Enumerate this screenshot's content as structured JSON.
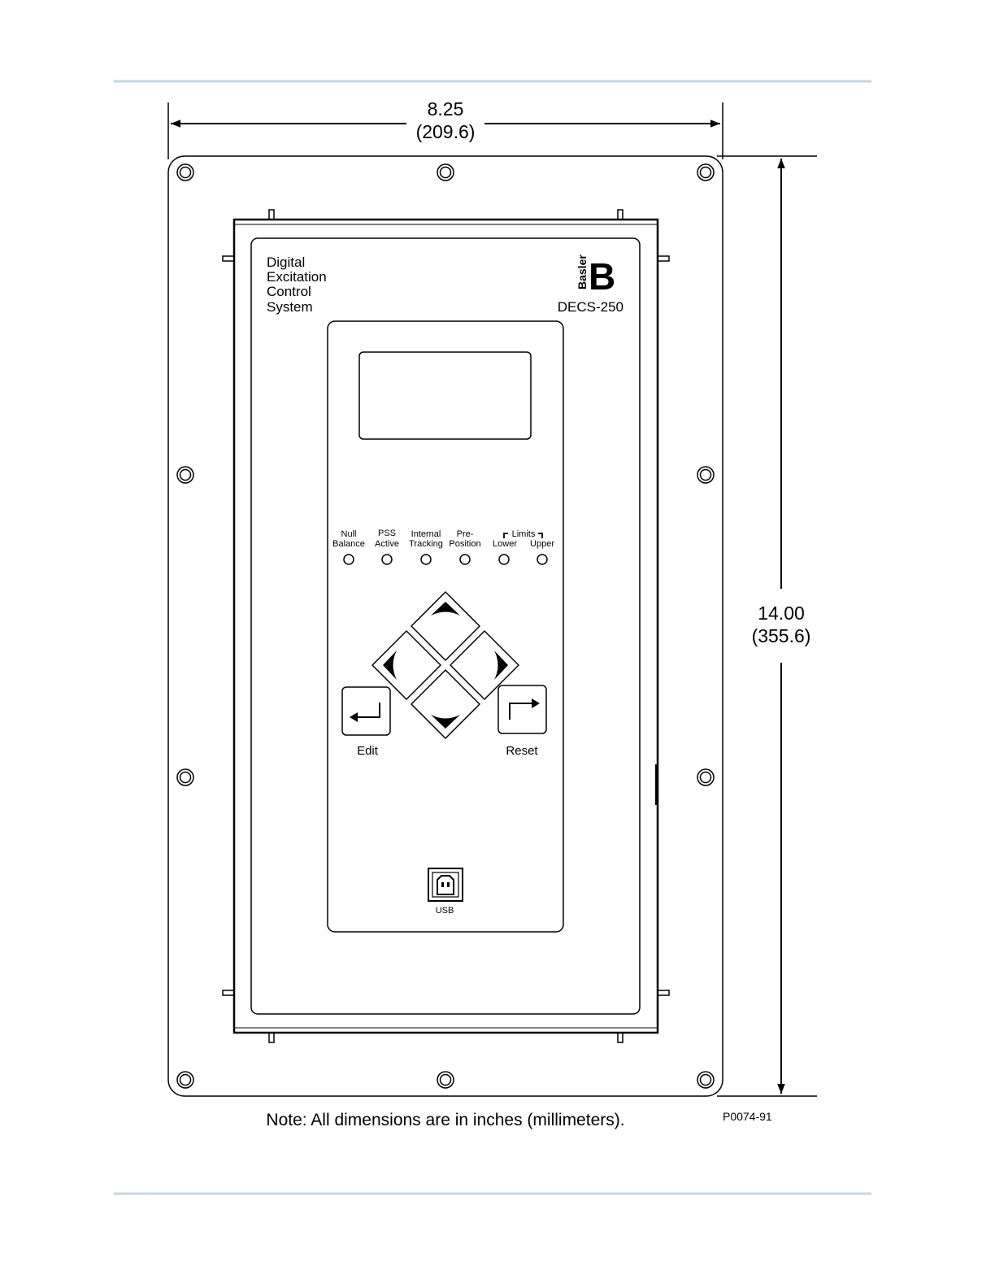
{
  "dimensions": {
    "width": {
      "inches": "8.25",
      "millimeters": "(209.6)"
    },
    "height": {
      "inches": "14.00",
      "millimeters": "(355.6)"
    }
  },
  "panel": {
    "title_lines": [
      "Digital",
      "Excitation",
      "Control",
      "System"
    ],
    "logo_text": "Basler",
    "logo_letter": "B",
    "model": "DECS-250"
  },
  "indicators": [
    {
      "line1": "Null",
      "line2": "Balance"
    },
    {
      "line1": "PSS",
      "line2": "Active"
    },
    {
      "line1": "Internal",
      "line2": "Tracking"
    },
    {
      "line1": "Pre-",
      "line2": "Position"
    },
    {
      "line1": "",
      "line2": "Lower"
    },
    {
      "line1": "",
      "line2": "Upper"
    }
  ],
  "limits_label": "Limits",
  "buttons": {
    "edit": "Edit",
    "reset": "Reset"
  },
  "usb_label": "USB",
  "note": "Note: All dimensions are in inches (millimeters).",
  "figure_id": "P0074-91",
  "colors": {
    "rule": "#c9d6df",
    "ink": "#000000"
  }
}
